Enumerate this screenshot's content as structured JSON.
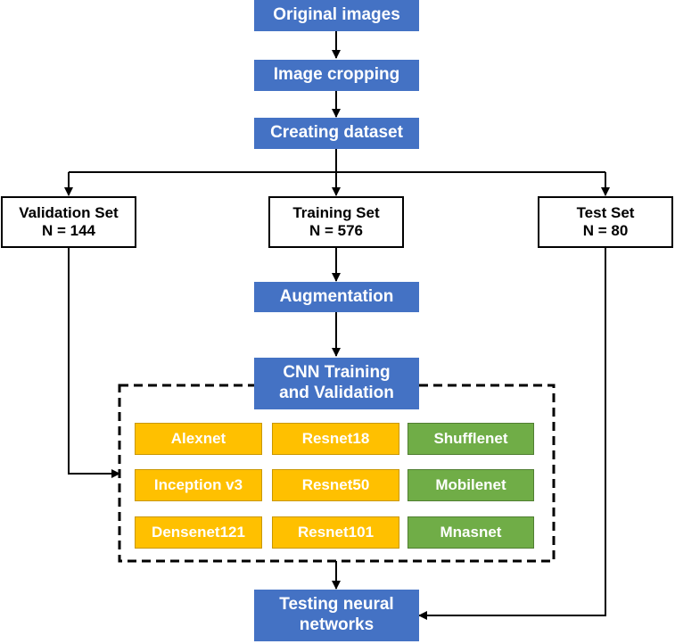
{
  "nodes": {
    "original_images": "Original images",
    "image_cropping": "Image cropping",
    "creating_dataset": "Creating dataset",
    "validation_set": {
      "title": "Validation Set",
      "count": "N = 144"
    },
    "training_set": {
      "title": "Training Set",
      "count": "N = 576"
    },
    "test_set": {
      "title": "Test Set",
      "count": "N = 80"
    },
    "augmentation": "Augmentation",
    "cnn_training": {
      "line1": "CNN Training",
      "line2": "and Validation"
    },
    "testing": {
      "line1": "Testing neural",
      "line2": "networks"
    }
  },
  "models": {
    "col1": [
      "Alexnet",
      "Inception v3",
      "Densenet121"
    ],
    "col2": [
      "Resnet18",
      "Resnet50",
      "Resnet101"
    ],
    "col3": [
      "Shufflenet",
      "Mobilenet",
      "Mnasnet"
    ]
  },
  "colors": {
    "process_box": "#4472c4",
    "model_yellow": "#ffc000",
    "model_green": "#70ad47",
    "line": "#000000"
  }
}
